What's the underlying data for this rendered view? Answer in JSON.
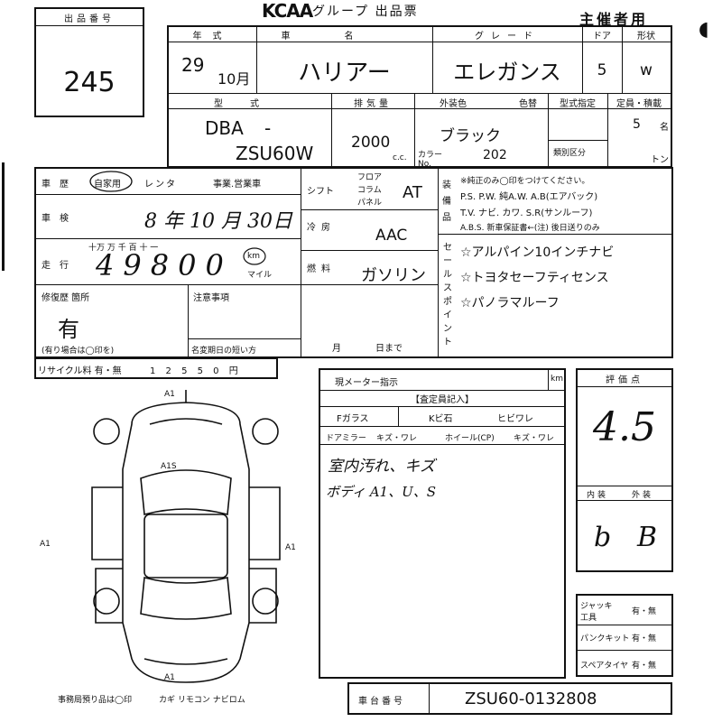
{
  "header": {
    "lot_label": "出品番号",
    "lot_number": "245",
    "logo": "KCAA",
    "title": "グループ 出品票",
    "organizer": "主催者用",
    "corner_mark": "◖"
  },
  "vehicle": {
    "year_label": "年式",
    "name_label": "車名",
    "grade_label": "グレード",
    "door_label": "ドア",
    "body_label": "形状",
    "year": "29",
    "month": "10月",
    "name": "ハリアー",
    "grade": "エレガンス",
    "doors": "5",
    "body": "w",
    "model_label": "型式",
    "model_prefix": "DBA",
    "model_dash": "-",
    "model_code": "ZSU60W",
    "displacement_label": "排気量",
    "displacement": "2000",
    "displacement_unit": "c.c.",
    "exterior_label": "外装色",
    "color_change_label": "色替",
    "color": "ブラック",
    "color_no_label": "カラー No.",
    "color_no": "202",
    "designation_label": "型式指定",
    "category_label": "類別区分",
    "capacity_label": "定員・積載",
    "capacity": "5",
    "capacity_unit": "名",
    "load_unit": "トン"
  },
  "history": {
    "history_label": "車歴",
    "history_private": "自家用",
    "history_rental": "レンタ",
    "history_business": "事業.営業車",
    "inspection_label": "車検",
    "inspection": "8 年 10 月 30日",
    "mileage_label": "走行",
    "mileage_digit_labels": "十万  万  千  百  十  一",
    "mileage": "49800",
    "mileage_unit": "km",
    "mileage_unit_alt": "マイル",
    "repair_label": "修復歴 箇所",
    "repair": "有",
    "repair_note": "(有り場合は◯印を)",
    "notes_label": "注意事項",
    "name_change_label": "名変期日の短い方",
    "name_change_month": "月",
    "name_change_day": "日まで",
    "recycle_label": "リサイクル料 有・無",
    "recycle_digits": "1 2 5 5 0 円"
  },
  "specs": {
    "shift_label": "シフト",
    "shift_options": [
      "フロア",
      "コラム",
      "パネル"
    ],
    "shift": "AT",
    "ac_label": "冷房",
    "ac": "AAC",
    "fuel_label": "燃料",
    "fuel": "ガソリン"
  },
  "equipment": {
    "label": "装備品",
    "note": "※純正のみ◯印をつけてください。",
    "row1": "P.S.  P.W.  純A.W.  A.B(エアバック)",
    "row2": "T.V.  ナビ.  カワ.  S.R(サンルーフ)",
    "row3": "A.B.S.  新車保証書←(注) 後日送りのみ"
  },
  "sales_points": {
    "label": "セールスポイント",
    "items": [
      "☆アルパイン10インチナビ",
      "☆トヨタセーフティセンス",
      "☆パノラマルーフ"
    ]
  },
  "meter": {
    "label": "現メーター指示",
    "unit": "km",
    "inspector_label": "【査定員記入】",
    "glass_label": "Fガラス",
    "chip_label": "Kビ石",
    "crack_label": "ヒビワレ",
    "mirror_label": "ドアミラー",
    "mirror_scratch": "キズ・ワレ",
    "wheel_label": "ホイール(CP)",
    "wheel_scratch": "キズ・ワレ",
    "note1": "室内汚れ、キズ",
    "note2": "ボディ A1、U、S"
  },
  "grade": {
    "label": "評価点",
    "score": "4.5",
    "interior_label": "内装",
    "exterior_label": "外装",
    "interior": "b",
    "exterior": "B"
  },
  "tools": {
    "jack_label": "ジャッキ工具",
    "jack": "有・無",
    "puncture_label": "パンクキット",
    "puncture": "有・無",
    "spare_label": "スペアタイヤ",
    "spare": "有・無"
  },
  "diagram": {
    "marks": [
      "A1",
      "A1S",
      "A1",
      "A1",
      "A1"
    ]
  },
  "footer": {
    "office_note": "事務局預り品は◯印",
    "keys": "カギ  リモコン  ナビロム",
    "chassis_label": "車台番号",
    "chassis": "ZSU60-0132808"
  }
}
